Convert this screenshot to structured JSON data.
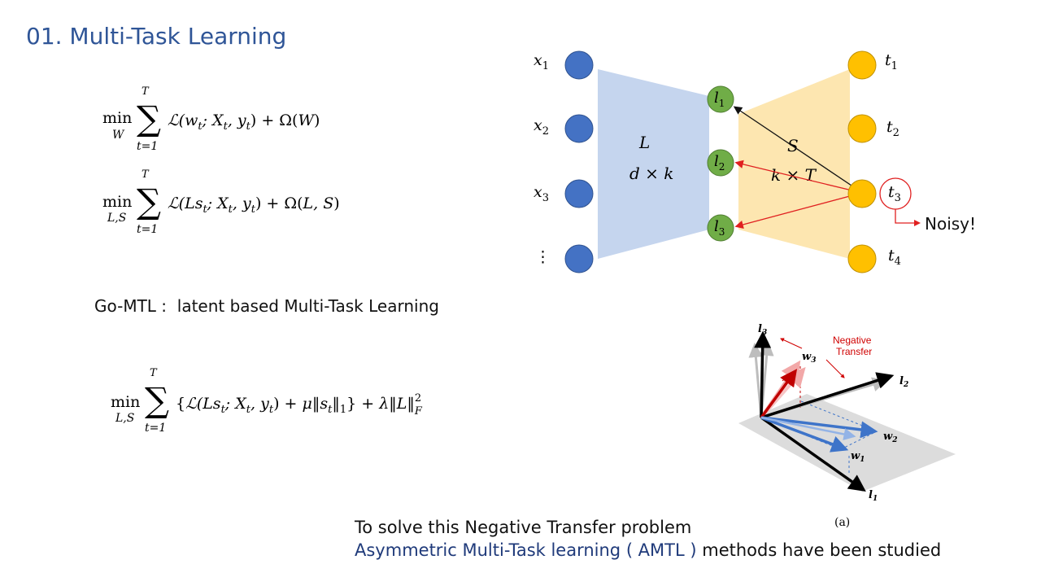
{
  "slide": {
    "title": "01. Multi-Task Learning",
    "equations": {
      "eq1": {
        "min": "min",
        "sub": "W",
        "sum_top": "T",
        "sum_bottom": "t=1",
        "body": "ℒ(w_t; X_t, y_t) + Ω(W)"
      },
      "eq2": {
        "min": "min",
        "sub": "L,S",
        "sum_top": "T",
        "sum_bottom": "t=1",
        "body": "ℒ(Ls_t; X_t, y_t) + Ω(L, S)"
      },
      "eq3": {
        "min": "min",
        "sub": "L,S",
        "sum_top": "T",
        "sum_bottom": "t=1",
        "body": "{ℒ(Ls_t; X_t, y_t)  + μ‖s_t‖_1} + λ‖L‖_F^2"
      }
    },
    "go_mtl_label": "Go-MTL :",
    "go_mtl_desc": "latent based Multi-Task Learning",
    "footer_line1": "To solve this Negative Transfer problem",
    "footer_line2_blue": "Asymmetric Multi-Task learning ( AMTL )",
    "footer_line2_rest": " methods have been studied"
  },
  "network": {
    "inputs": [
      "x1",
      "x2",
      "x3",
      "⋮"
    ],
    "latents": [
      "l1",
      "l2",
      "l3"
    ],
    "tasks": [
      "t1",
      "t2",
      "t3",
      "t4"
    ],
    "L_label": "L",
    "L_dims": "d × k",
    "S_label": "S",
    "S_dims": "k × T",
    "noisy_label": "Noisy!",
    "colors": {
      "input": "#4472c4",
      "latent": "#70ad47",
      "task": "#ffc000",
      "L_band": "#c5d5ee",
      "S_band": "#fde6b0",
      "highlight": "#e02020"
    }
  },
  "vector_figure": {
    "labels": {
      "l1": "l1",
      "l2": "l2",
      "l3": "l3",
      "w1": "w1",
      "w2": "w2",
      "w3": "w3"
    },
    "annotation": "Negative\nTransfer",
    "caption": "(a)"
  }
}
